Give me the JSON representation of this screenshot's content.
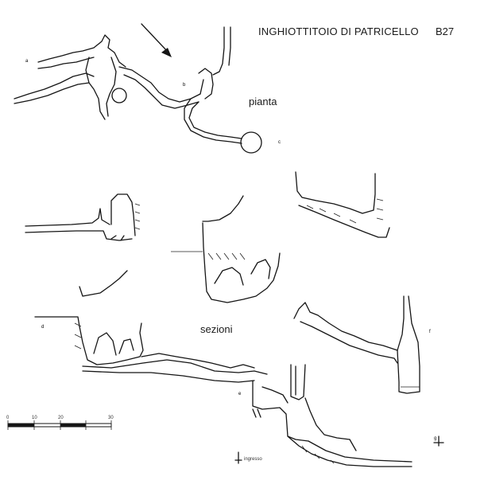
{
  "header": {
    "title": "INGHIOTTITOIO DI PATRICELLO",
    "code": "B27"
  },
  "views": {
    "plan_label": "pianta",
    "sections_label": "sezioni"
  },
  "legend": {
    "scale_ticks": [
      "0",
      "10",
      "20",
      "30"
    ],
    "marker_label": "ingresso"
  }
}
